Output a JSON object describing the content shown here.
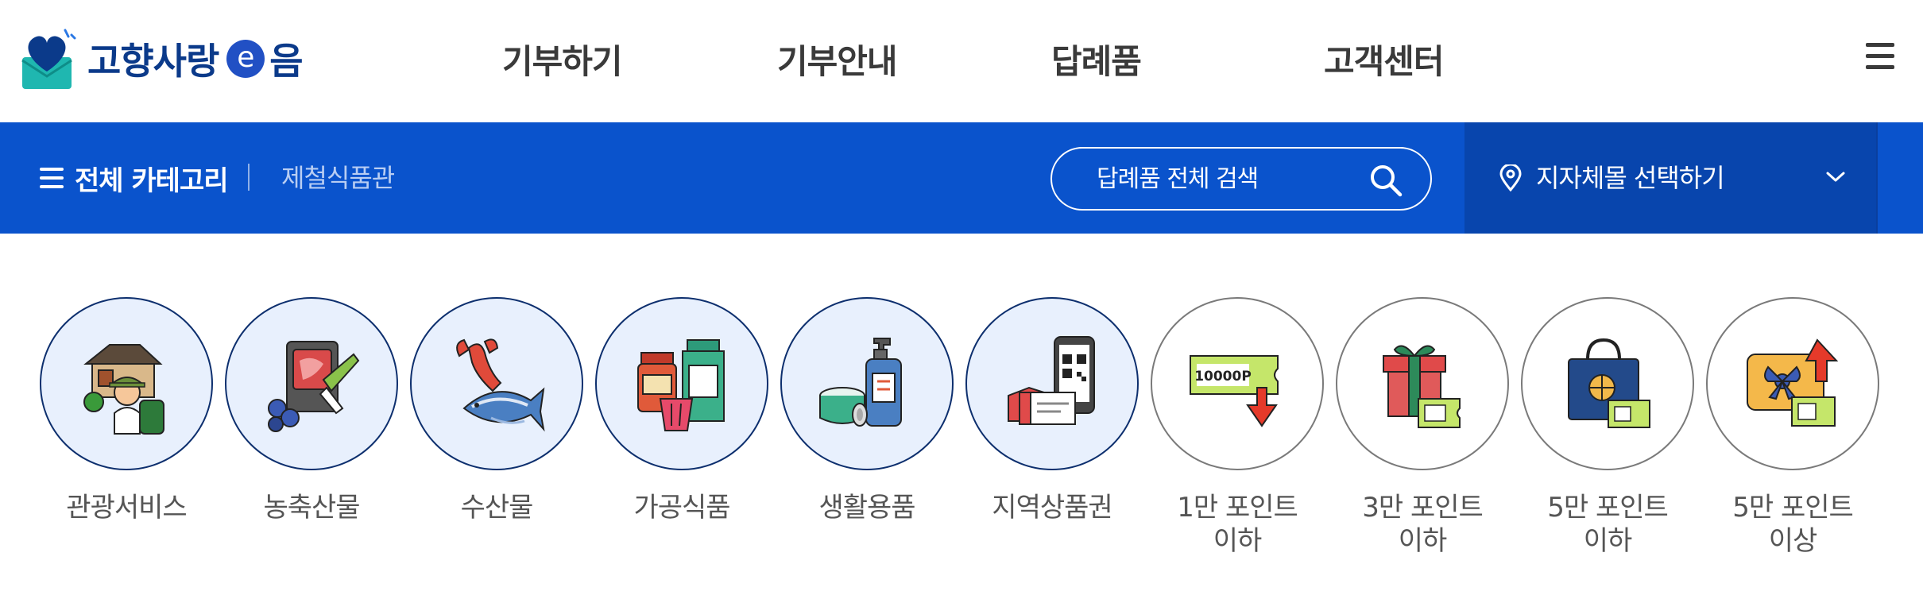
{
  "brand": {
    "name": "고향사랑",
    "e_mark": "e",
    "name_suffix": "음",
    "colors": {
      "navy": "#0b3a8a",
      "blue": "#0a53cc",
      "blue_dark": "#0845ad"
    }
  },
  "gnb": {
    "items": [
      {
        "label": "기부하기"
      },
      {
        "label": "기부안내"
      },
      {
        "label": "답례품"
      },
      {
        "label": "고객센터"
      }
    ],
    "menu_icon": "hamburger-icon"
  },
  "subbar": {
    "category_label": "전체 카테고리",
    "current": "제철식품관",
    "search": {
      "placeholder": "답례품 전체 검색",
      "icon": "search-icon"
    },
    "region": {
      "label": "지자체몰 선택하기",
      "icon": "location-pin-icon"
    }
  },
  "categories": [
    {
      "label": "관광서비스",
      "icon": "tourism-icon",
      "style": "blue"
    },
    {
      "label": "농축산물",
      "icon": "agriculture-icon",
      "style": "blue"
    },
    {
      "label": "수산물",
      "icon": "seafood-icon",
      "style": "blue"
    },
    {
      "label": "가공식품",
      "icon": "processed-food-icon",
      "style": "blue"
    },
    {
      "label": "생활용품",
      "icon": "household-icon",
      "style": "blue"
    },
    {
      "label": "지역상품권",
      "icon": "voucher-icon",
      "style": "blue"
    },
    {
      "label": "1만 포인트\n이하",
      "icon": "points-10k-icon",
      "style": "white",
      "coupon_text": "10000P"
    },
    {
      "label": "3만 포인트\n이하",
      "icon": "gift-box-icon",
      "style": "white"
    },
    {
      "label": "5만 포인트\n이하",
      "icon": "shopping-bag-icon",
      "style": "white"
    },
    {
      "label": "5만 포인트\n이상",
      "icon": "gift-card-up-icon",
      "style": "white"
    }
  ]
}
